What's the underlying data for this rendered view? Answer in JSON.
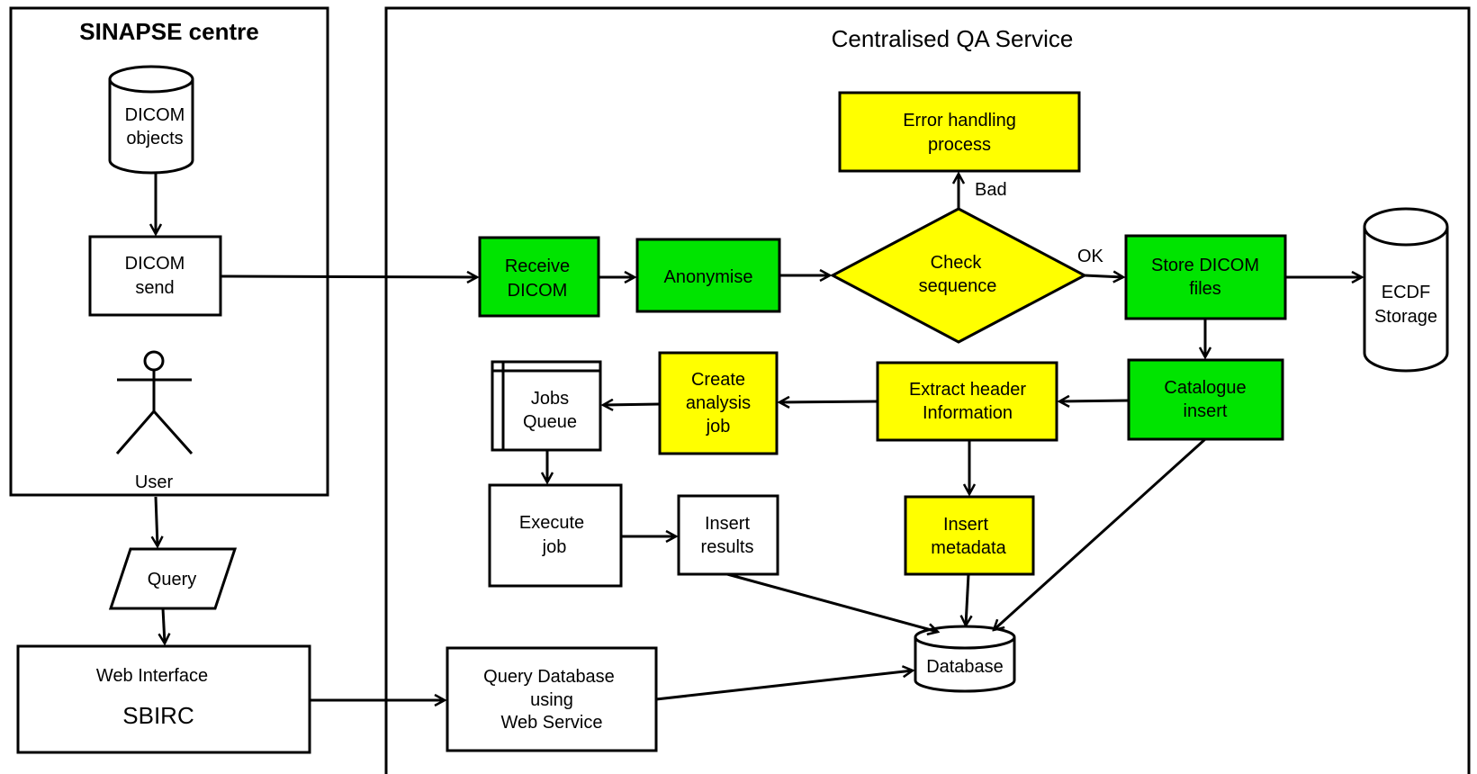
{
  "regions": {
    "sinapse": "SINAPSE centre",
    "qa": "Centralised QA Service"
  },
  "nodes": {
    "dicom_objects": [
      "DICOM",
      "objects"
    ],
    "dicom_send": [
      "DICOM",
      "send"
    ],
    "user": "User",
    "query": "Query",
    "web_interface": "Web Interface",
    "sbirc": "SBIRC",
    "receive_dicom": [
      "Receive",
      "DICOM"
    ],
    "anonymise": "Anonymise",
    "check_sequence": [
      "Check",
      "sequence"
    ],
    "error_handling": [
      "Error handling",
      "process"
    ],
    "store_dicom": [
      "Store DICOM",
      "files"
    ],
    "ecdf_storage": [
      "ECDF",
      "Storage"
    ],
    "catalogue_insert": [
      "Catalogue",
      "insert"
    ],
    "extract_header": [
      "Extract header",
      "Information"
    ],
    "create_analysis": [
      "Create",
      "analysis",
      "job"
    ],
    "jobs_queue": [
      "Jobs",
      "Queue"
    ],
    "execute_job": [
      "Execute",
      "job"
    ],
    "insert_results": [
      "Insert",
      "results"
    ],
    "insert_metadata": [
      "Insert",
      "metadata"
    ],
    "database": "Database",
    "query_database": [
      "Query Database",
      "using",
      "Web Service"
    ]
  },
  "edge_labels": {
    "bad": "Bad",
    "ok": "OK"
  },
  "colors": {
    "green": "#00e400",
    "yellow": "#ffff00",
    "white": "#ffffff",
    "stroke": "#000000"
  }
}
